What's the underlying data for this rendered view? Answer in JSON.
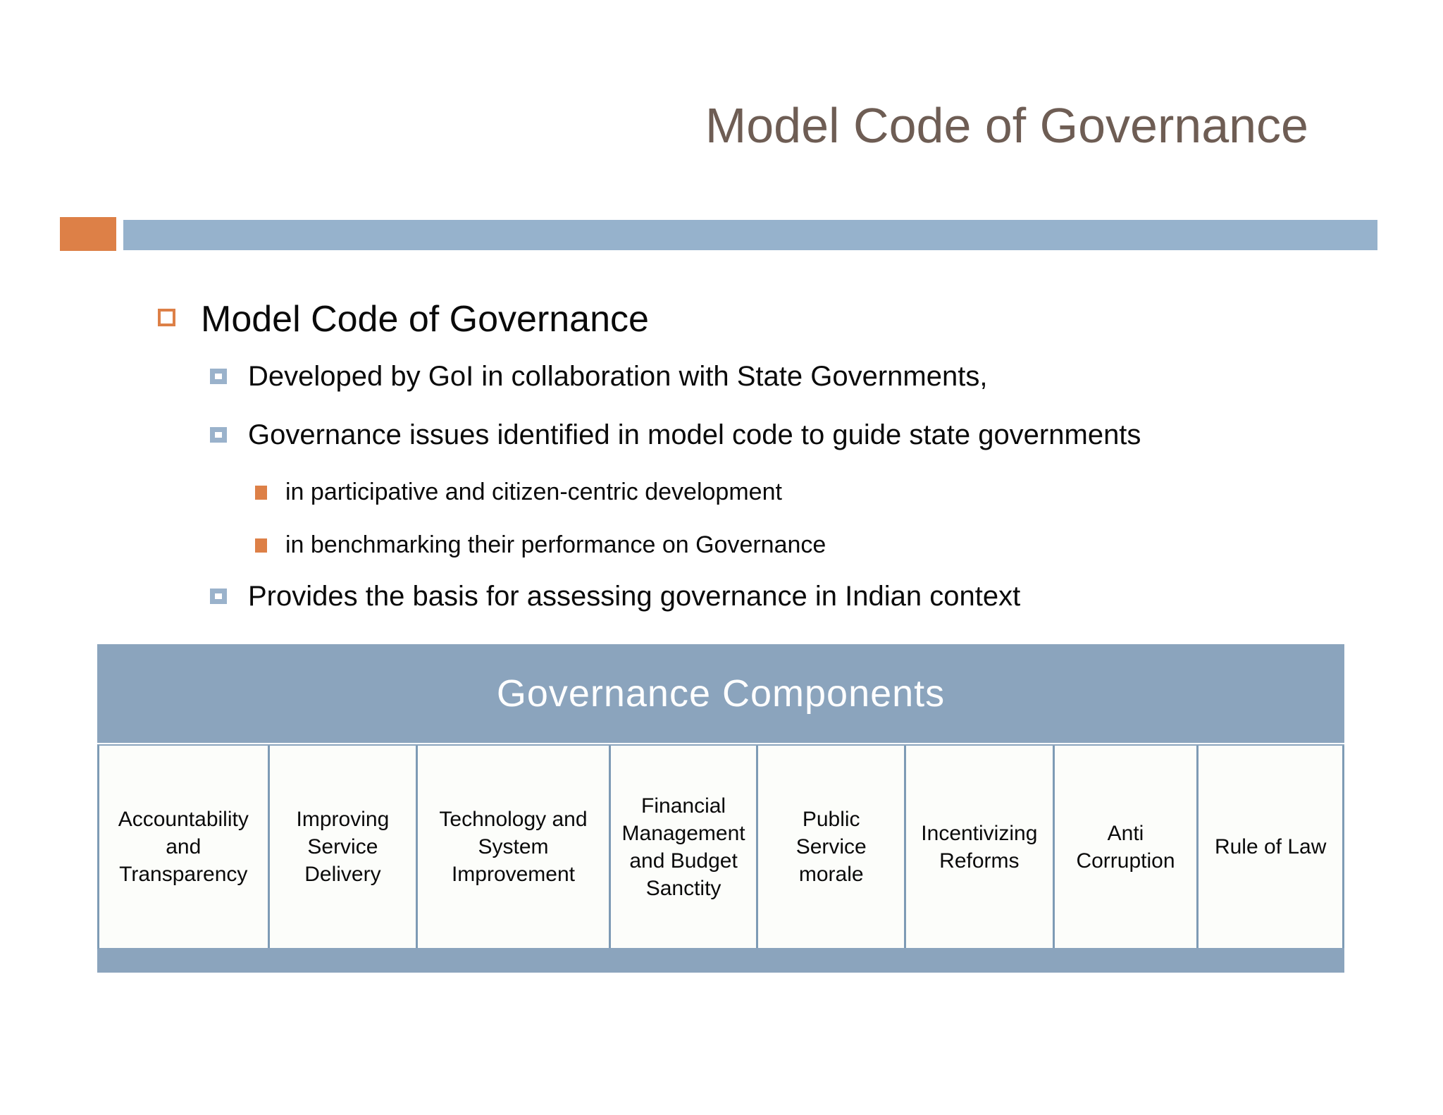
{
  "slide": {
    "title": "Model Code of Governance"
  },
  "colors": {
    "accent_orange": "#dd8047",
    "top_bar_blue": "#96b2cc",
    "table_blue": "#8ba4bd",
    "title_brown": "#6e5d54",
    "cell_background": "#fcfdfa"
  },
  "content": {
    "heading": "Model Code of Governance",
    "items": [
      {
        "level": 2,
        "text": "Developed by GoI in collaboration with State Governments,"
      },
      {
        "level": 2,
        "text": "Governance issues identified in model code to guide state governments"
      },
      {
        "level": 3,
        "text": "in participative and citizen-centric development"
      },
      {
        "level": 3,
        "text": "in benchmarking their performance on Governance"
      },
      {
        "level": 2,
        "text": "Provides the basis for assessing governance in Indian context"
      }
    ]
  },
  "table": {
    "header": "Governance Components",
    "columns": [
      "Accountability and Transparency",
      "Improving Service Delivery",
      "Technology and System Improvement",
      "Financial Management and Budget Sanctity",
      "Public Service morale",
      "Incentivizing Reforms",
      "Anti Corruption",
      "Rule of Law"
    ]
  }
}
